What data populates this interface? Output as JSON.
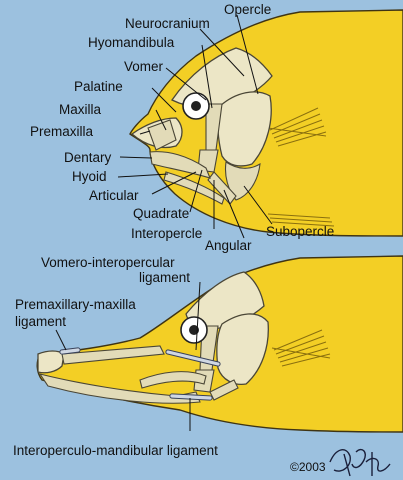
{
  "top_labels": {
    "neurocranium": "Neurocranium",
    "opercle": "Opercle",
    "hyomandibula": "Hyomandibula",
    "vomer": "Vomer",
    "palatine": "Palatine",
    "maxilla": "Maxilla",
    "premaxilla": "Premaxilla",
    "dentary": "Dentary",
    "hyoid": "Hyoid",
    "articular": "Articular",
    "quadrate": "Quadrate",
    "interopercle": "Interopercle",
    "angular": "Angular",
    "subopercle": "Subopercle"
  },
  "bottom_labels": {
    "vomero_interopercular_1": "Vomero-interopercular",
    "vomero_interopercular_2": "ligament",
    "premaxillary_maxilla_1": "Premaxillary-maxilla",
    "premaxillary_maxilla_2": "ligament",
    "interoperculo_mandibular": "Interoperculo-mandibular ligament"
  },
  "copyright": "©2003",
  "colors": {
    "background": "#9cc1df",
    "fish_body": "#f3cf25",
    "bone": "#ece6c6"
  }
}
